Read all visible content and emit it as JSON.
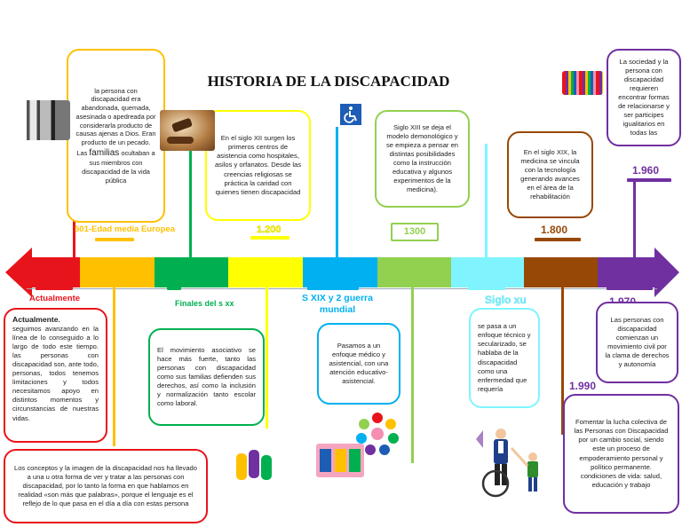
{
  "title": "HISTORIA DE LA DISCAPACIDAD",
  "colors": {
    "red": "#e8141b",
    "orange": "#ffc000",
    "green": "#00b050",
    "yellow": "#ffff00",
    "blue": "#00b0f0",
    "lightgreen": "#92d050",
    "cyan": "#7ff4ff",
    "brown": "#974806",
    "purple": "#7030a0"
  },
  "labels": {
    "edad_media": "501-Edad media Europea",
    "y1200": "1.200",
    "y1300": "1300",
    "y1800": "1.800",
    "y1960": "1.960",
    "actualmente": "Actualmente",
    "finales": "Finales del s xx",
    "sxix": "S XIX y 2 guerra mundial",
    "siglo_xv": "Siglo xu",
    "y1970": "1.970",
    "y1990": "1.990"
  },
  "boxes": {
    "edad_media_a": "la persona con discapacidad era abandonada, quemada, asesinada o apedreada por considerarla producto de causas ajenas a Dios. Eran producto de un pecado. Las",
    "edad_media_b": "familias",
    "edad_media_c": " ocultaban a sus miembros con discapacidad de la vida pública",
    "s1200": "En el siglo XII surgen los primeros centros de asistencia como hospitales, asilos y orfanatos. Desde las creencias religiosas se práctica la caridad con quienes tienen discapacidad",
    "s1300": "Siglo XIII se deja el modelo demonológico y se empieza a pensar en distintas posibilidades como la instrucción educativa y algunos experimentos de la medicina).",
    "s1800": "En el siglo XIX, la medicina se vincula con la tecnología generando avances en el área de la rehabilitación",
    "s1960": "La sociedad y la persona con discapacidad requieren encontrar formas de relacionarse y ser participes igualitarios en todas las",
    "actual_head": "Actualmente",
    "actual_body": "seguimos avanzando en la línea de lo conseguido a lo largo de todo este tiempo. las personas con discapacidad son, ante todo, personas, todos tenemos limitaciones y todos necesitamos apoyo en distintos momentos y circunstancias de nuestras vidas.",
    "finales": "El movimiento asociativo se hace más fuerte, tanto las personas con discapacidad como sus familias defienden sus derechos, así como la inclusión y normalización tanto escolar como laboral.",
    "sxix": "Pasamos a un enfoque médico y asistencial, con una atención educativo-asistencial.",
    "sxv": "se pasa a un enfoque técnico y secularizado, se hablaba de la discapacidad como una enfermedad que requería",
    "s1970": "Las personas con discapacidad comienzan un movimiento civil por la clama de derechos y autonomía",
    "s1990": "Fomentar la lucha colectiva de las Personas con Discapacidad por un cambio social, siendo este un proceso de empoderamiento personal y político permanente. condiciones de vida: salud, educación y trabajo",
    "conceptos": "Los conceptos y la imagen de la discapacidad nos ha llevado a una u otra forma de ver y tratar a las personas con discapacidad, por lo tanto la forma en que hablamos en realidad «son más que palabras», porque el lenguaje es el reflejo de lo que pasa en el día a día con estas persona"
  }
}
